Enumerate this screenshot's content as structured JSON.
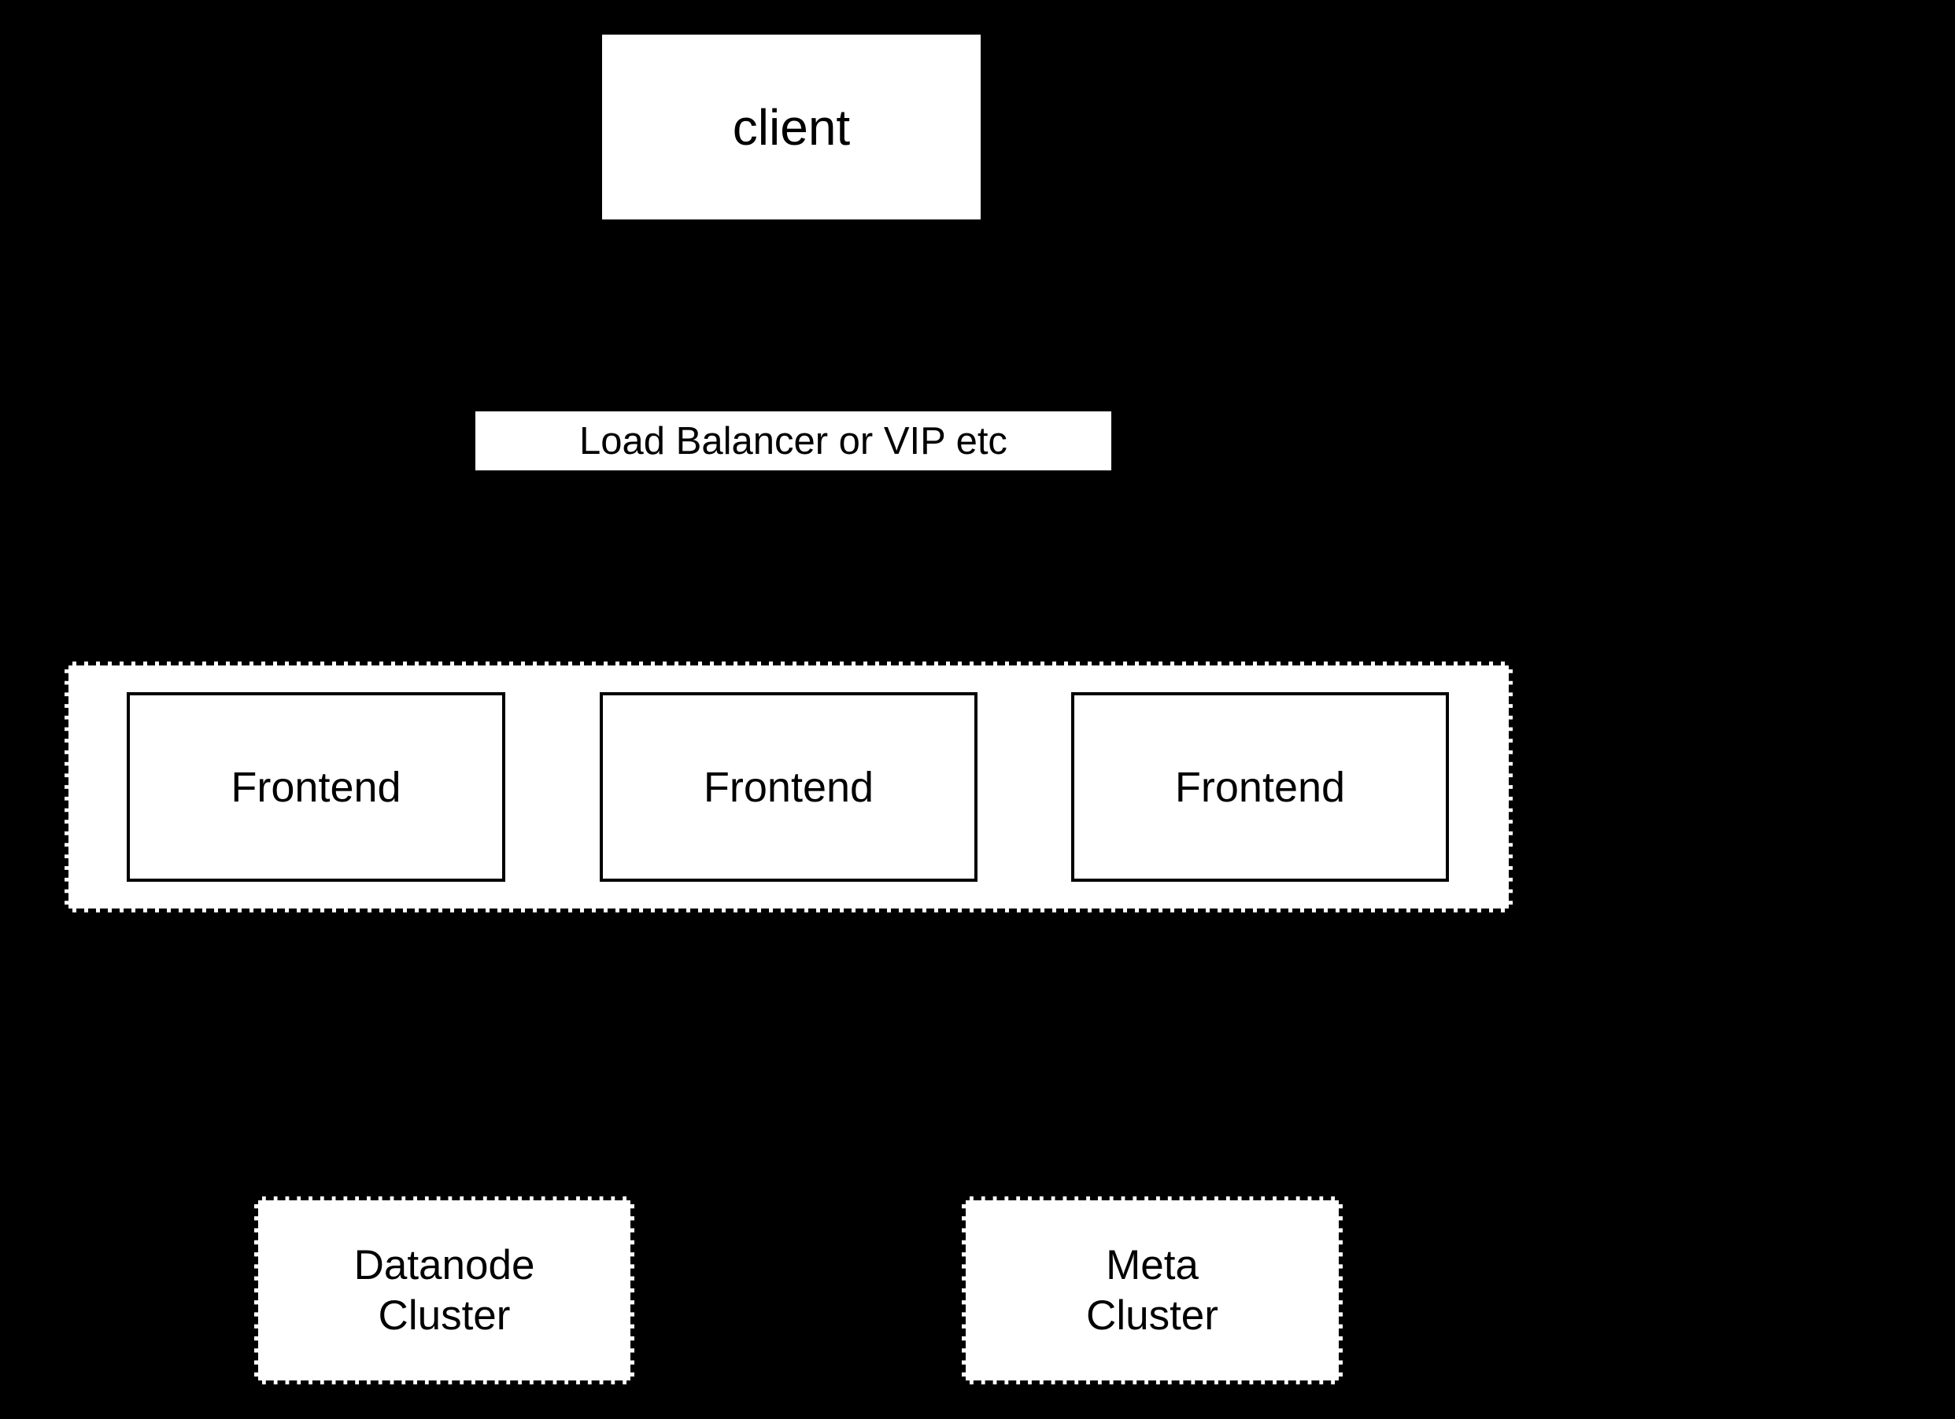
{
  "diagram": {
    "colors": {
      "background": "#000000",
      "box_fill": "#ffffff",
      "border": "#000000",
      "text": "#000000"
    },
    "client": {
      "label": "client"
    },
    "load_balancer": {
      "label": "Load Balancer or VIP etc"
    },
    "frontend_group": {
      "boxes": [
        {
          "label": "Frontend"
        },
        {
          "label": "Frontend"
        },
        {
          "label": "Frontend"
        }
      ]
    },
    "clusters": [
      {
        "line1": "Datanode",
        "line2": "Cluster"
      },
      {
        "line1": "Meta",
        "line2": "Cluster"
      }
    ]
  }
}
